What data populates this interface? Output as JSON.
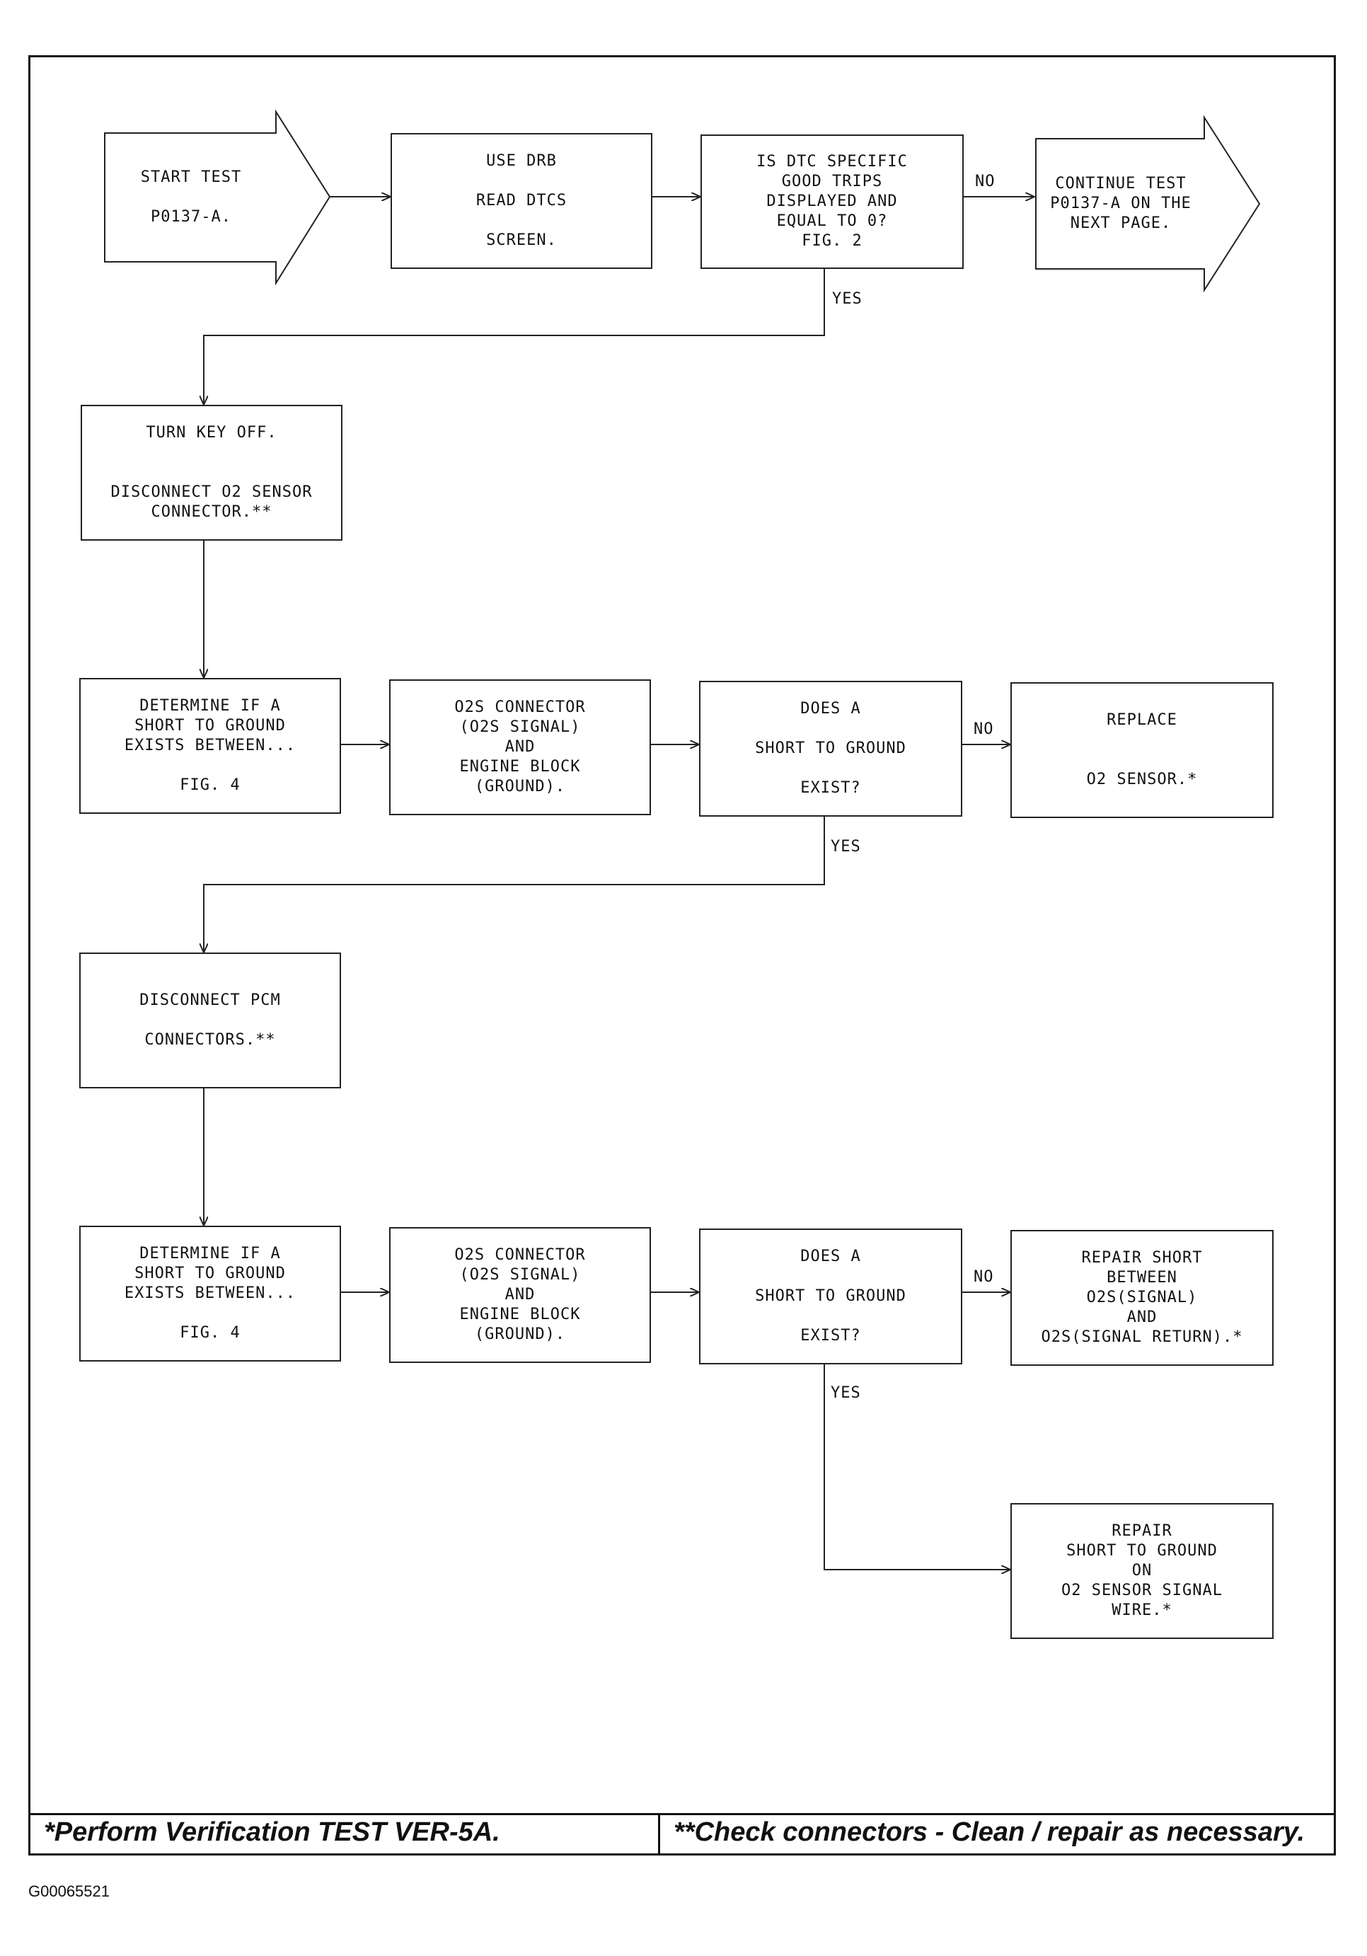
{
  "nodes": {
    "start": "START TEST\n\nP0137-A.",
    "use_drb": "USE DRB\n\nREAD DTCS\n\nSCREEN.",
    "is_dtc": "IS DTC SPECIFIC\nGOOD TRIPS\nDISPLAYED AND\nEQUAL TO 0?\nFIG. 2",
    "continue_test": "CONTINUE TEST\nP0137-A ON THE\nNEXT PAGE.",
    "turn_key_off": "TURN KEY OFF.\n\n\nDISCONNECT O2 SENSOR\nCONNECTOR.**",
    "determine_1": "DETERMINE IF A\nSHORT TO GROUND\nEXISTS BETWEEN...\n\nFIG. 4",
    "o2s_connector_1": "O2S CONNECTOR\n(O2S SIGNAL)\nAND\nENGINE BLOCK\n(GROUND).",
    "does_short_1": "DOES A\n\nSHORT TO GROUND\n\nEXIST?",
    "replace_o2": "REPLACE\n\n\nO2 SENSOR.*",
    "disconnect_pcm": "DISCONNECT PCM\n\nCONNECTORS.**",
    "determine_2": "DETERMINE IF A\nSHORT TO GROUND\nEXISTS BETWEEN...\n\nFIG. 4",
    "o2s_connector_2": "O2S CONNECTOR\n(O2S SIGNAL)\nAND\nENGINE BLOCK\n(GROUND).",
    "does_short_2": "DOES A\n\nSHORT TO GROUND\n\nEXIST?",
    "repair_short_between": "REPAIR SHORT\nBETWEEN\nO2S(SIGNAL)\nAND\nO2S(SIGNAL RETURN).*",
    "repair_short_ground": "REPAIR\nSHORT TO GROUND\nON\nO2 SENSOR SIGNAL\nWIRE.*"
  },
  "labels": {
    "no_1": "NO",
    "yes_1": "YES",
    "no_2": "NO",
    "yes_2": "YES",
    "no_3": "NO",
    "yes_3": "YES"
  },
  "footer": {
    "left": "*Perform Verification TEST VER-5A.",
    "right": "**Check connectors - Clean / repair as necessary."
  },
  "figure_code": "G00065521"
}
